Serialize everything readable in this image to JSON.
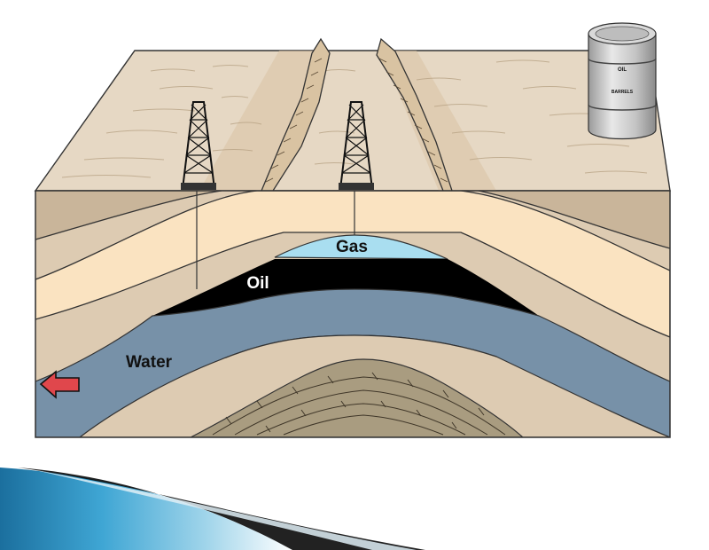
{
  "labels": {
    "gas": "Gas",
    "oil": "Oil",
    "water": "Water"
  },
  "barrel": {
    "top_text": "OIL",
    "bottom_text": "BARRELS"
  },
  "colors": {
    "surface": "#e6d8c4",
    "rock_light": "#ddcbb2",
    "rock_mid": "#c9b59a",
    "sandstone": "#fae3c1",
    "gas": "#a9def0",
    "oil": "#000000",
    "water": "#7791a8",
    "core": "#a99c80",
    "arrow": "#e0474c",
    "slide_accent": "#2d8fc2"
  },
  "icons": {
    "left_arrow": "left-arrow-icon",
    "barrel": "oil-barrel-icon",
    "derrick": "oil-derrick-icon"
  }
}
